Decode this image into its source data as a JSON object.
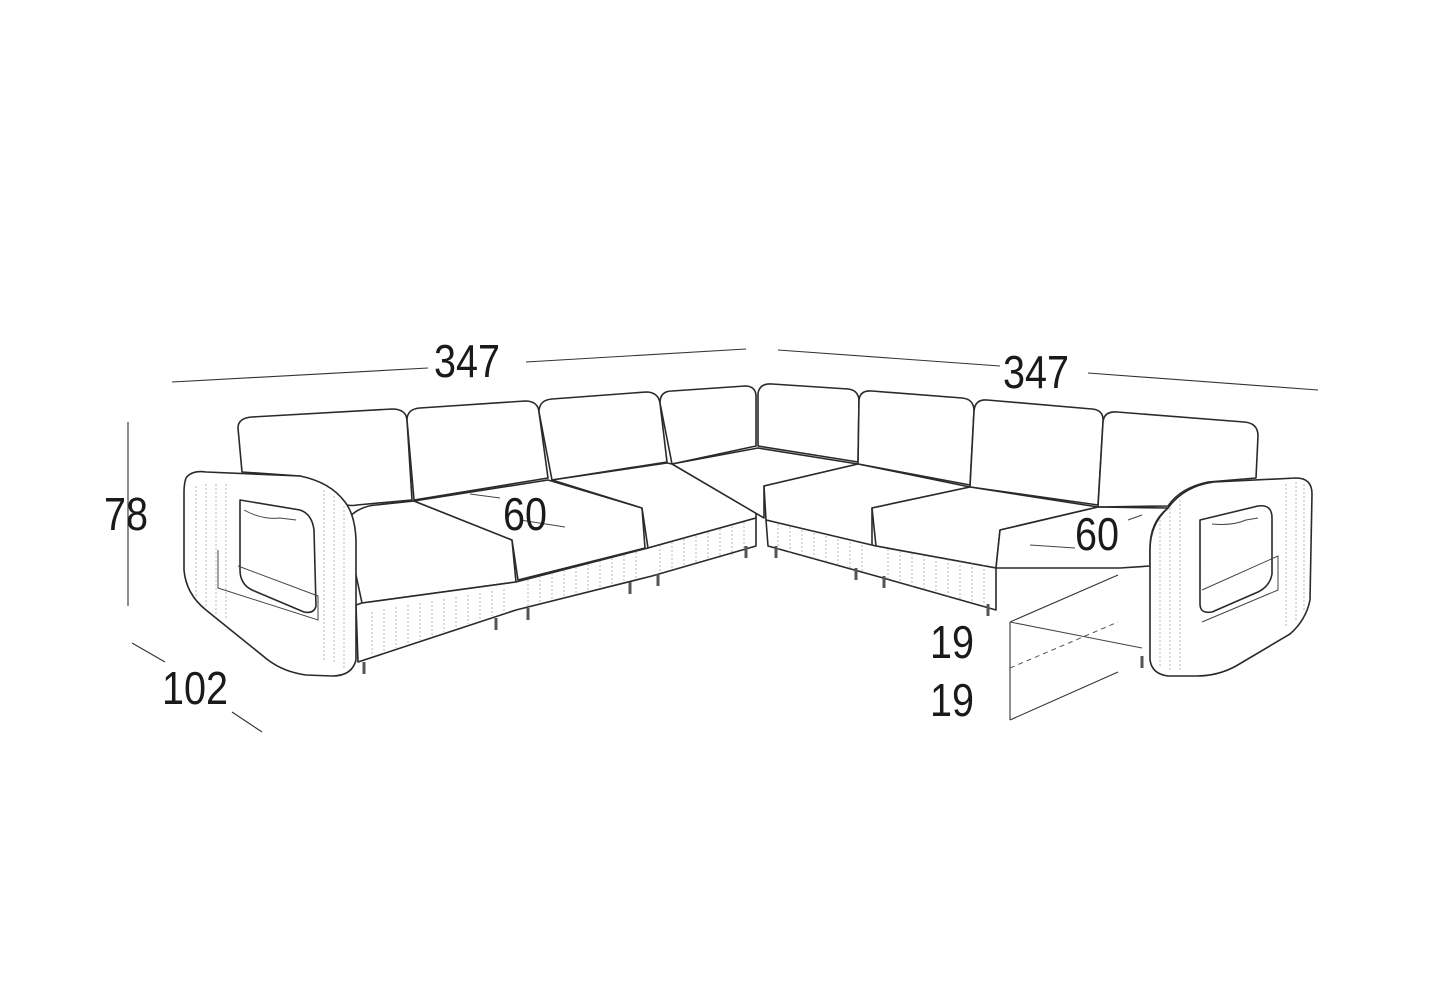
{
  "dimensions": {
    "width_left": "347",
    "width_right": "347",
    "height": "78",
    "depth": "102",
    "seat_depth_left": "60",
    "seat_depth_right": "60",
    "seat_height": "19",
    "leg_height": "19"
  }
}
